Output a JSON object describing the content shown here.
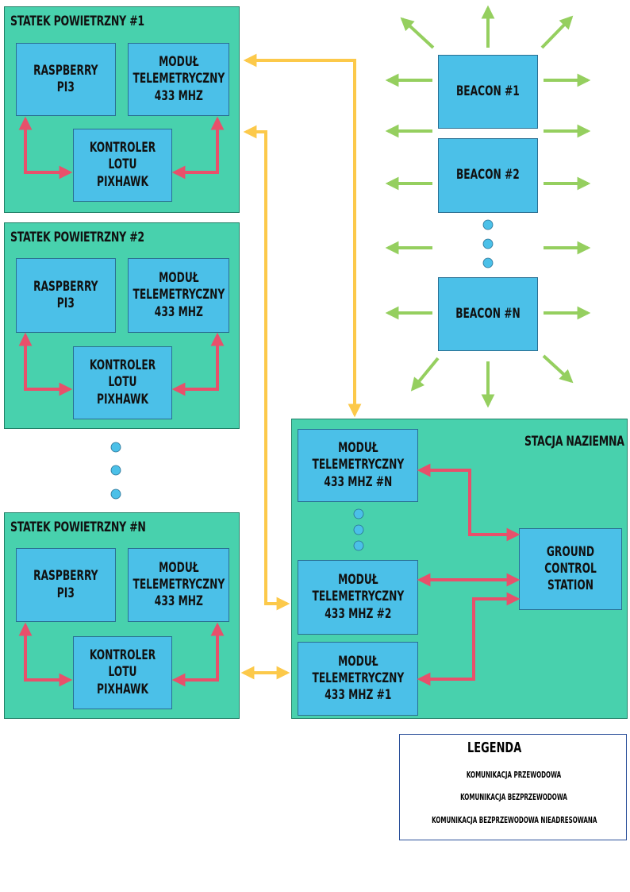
{
  "colors": {
    "group_bg": "#48d1ad",
    "box_bg": "#4bc0e8",
    "wired": "#e8506b",
    "wireless": "#fcc94a",
    "broadcast": "#95cf5f",
    "dot": "#4bc0e8"
  },
  "aircraft": [
    {
      "title": "Statek powietrzny #1",
      "raspberry": "Raspberry\nPi3",
      "telemetry": "Moduł\ntelemetryczny\n433 MHz",
      "controller": "Kontroler lotu\nPixhawk"
    },
    {
      "title": "Statek powietrzny #2",
      "raspberry": "Raspberry\nPi3",
      "telemetry": "Moduł\ntelemetryczny\n433 MHz",
      "controller": "Kontroler lotu\nPixhawk"
    },
    {
      "title": "Statek powietrzny #N",
      "raspberry": "Raspberry\nPi3",
      "telemetry": "Moduł\ntelemetryczny\n433 MHz",
      "controller": "Kontroler lotu\nPixhawk"
    }
  ],
  "beacons": [
    "Beacon #1",
    "Beacon #2",
    "Beacon #N"
  ],
  "ground": {
    "title": "Stacja naziemna",
    "modules": [
      "Moduł\ntelemetryczny\n433 MHz #N",
      "Moduł\ntelemetryczny\n433 MHz #2",
      "Moduł\ntelemetryczny\n433 MHz #1"
    ],
    "gcs": "Ground\ncontrol\nstation"
  },
  "legend": {
    "title": "Legenda",
    "items": [
      {
        "label": "Komunikacja przewodowa",
        "color_key": "wired"
      },
      {
        "label": "Komunikacja bezprzewodowa",
        "color_key": "wireless"
      },
      {
        "label": "Komunikacja bezprzewodowa nieadresowana",
        "color_key": "broadcast"
      }
    ]
  }
}
